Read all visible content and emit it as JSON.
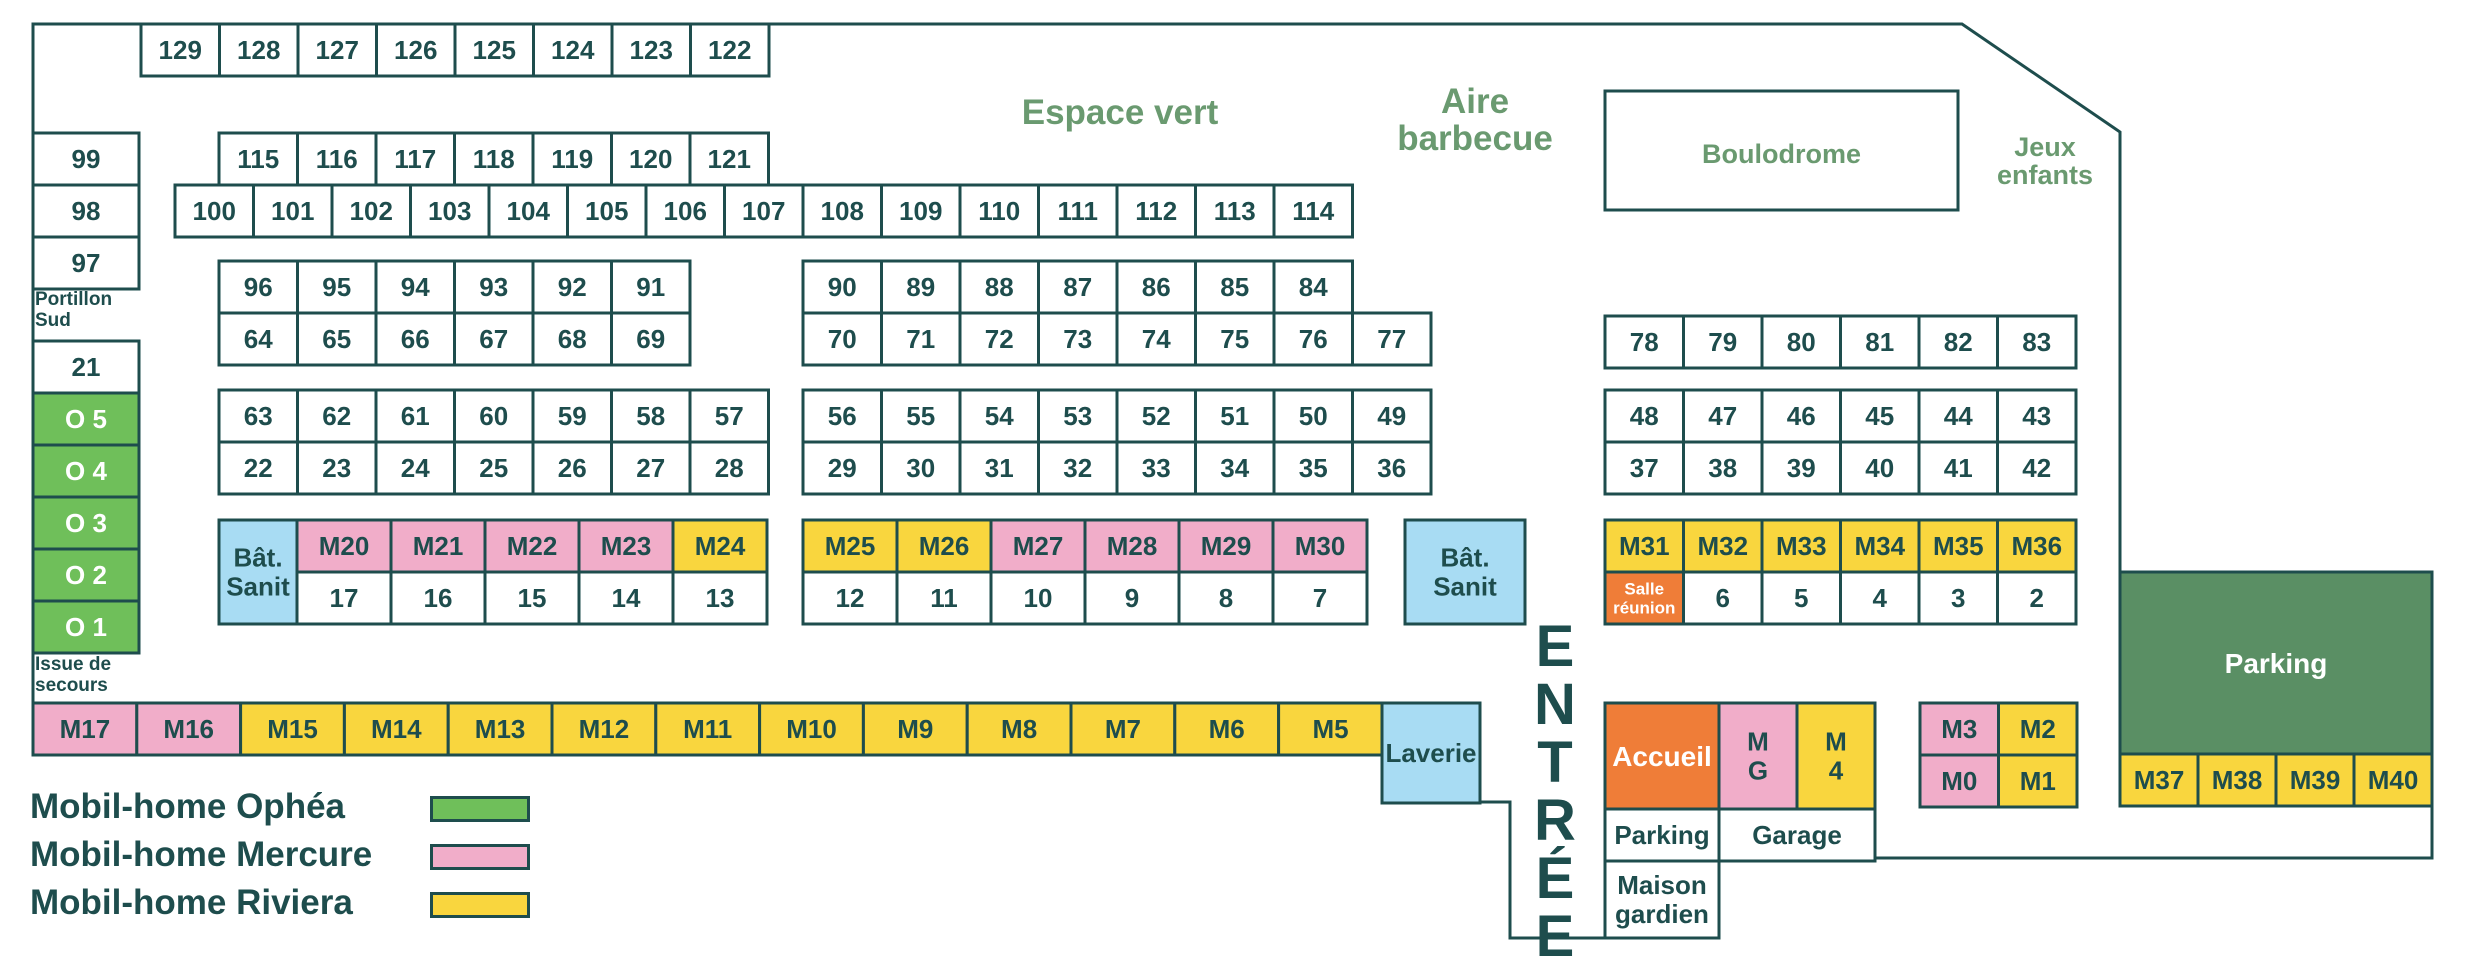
{
  "colors": {
    "outline": "#1e4d4d",
    "text": "#1e4d4d",
    "label_green": "#6a9a70",
    "ophea": "#6fbf5a",
    "mercure": "#f1adc9",
    "riviera": "#f9d63e",
    "sanitary": "#a8dcf3",
    "office": "#ef7d38",
    "parking_fill": "#5a8f64"
  },
  "labels": {
    "espace_vert": "Espace vert",
    "aire_barbecue": "Aire barbecue",
    "boulodrome": "Boulodrome",
    "jeux_enfants": "Jeux enfants",
    "portillon_sud": "Portillon Sud",
    "issue_secours": "Issue de secours",
    "entree": "ENTRÉE",
    "parking": "Parking",
    "garage": "Garage",
    "parking_small": "Parking",
    "maison_gardien": "Maison gardien",
    "accueil": "Accueil",
    "laverie": "Laverie",
    "bat_sanit": "Bât. Sanit",
    "salle_reunion": "Salle réunion",
    "mg": "M G",
    "m4": "M 4"
  },
  "legend": [
    {
      "label": "Mobil-home Ophéa",
      "color": "#6fbf5a"
    },
    {
      "label": "Mobil-home Mercure",
      "color": "#f1adc9"
    },
    {
      "label": "Mobil-home Riviera",
      "color": "#f9d63e"
    }
  ],
  "rows": {
    "r129": [
      "129",
      "128",
      "127",
      "126",
      "125",
      "124",
      "123",
      "122"
    ],
    "r115": [
      "115",
      "116",
      "117",
      "118",
      "119",
      "120",
      "121"
    ],
    "r100": [
      "100",
      "101",
      "102",
      "103",
      "104",
      "105",
      "106",
      "107",
      "108",
      "109",
      "110",
      "111",
      "112",
      "113",
      "114"
    ],
    "left_col": [
      "99",
      "98",
      "97"
    ],
    "r96": [
      "96",
      "95",
      "94",
      "93",
      "92",
      "91"
    ],
    "r64": [
      "64",
      "65",
      "66",
      "67",
      "68",
      "69"
    ],
    "r90": [
      "90",
      "89",
      "88",
      "87",
      "86",
      "85",
      "84"
    ],
    "r70": [
      "70",
      "71",
      "72",
      "73",
      "74",
      "75",
      "76",
      "77"
    ],
    "r78": [
      "78",
      "79",
      "80",
      "81",
      "82",
      "83"
    ],
    "r63": [
      "63",
      "62",
      "61",
      "60",
      "59",
      "58",
      "57"
    ],
    "r22": [
      "22",
      "23",
      "24",
      "25",
      "26",
      "27",
      "28"
    ],
    "r56": [
      "56",
      "55",
      "54",
      "53",
      "52",
      "51",
      "50",
      "49"
    ],
    "r29": [
      "29",
      "30",
      "31",
      "32",
      "33",
      "34",
      "35",
      "36"
    ],
    "r48": [
      "48",
      "47",
      "46",
      "45",
      "44",
      "43"
    ],
    "r37": [
      "37",
      "38",
      "39",
      "40",
      "41",
      "42"
    ],
    "ophea": [
      {
        "label": "21",
        "kind": "plain"
      },
      {
        "label": "O 5",
        "kind": "ophea"
      },
      {
        "label": "O 4",
        "kind": "ophea"
      },
      {
        "label": "O 3",
        "kind": "ophea"
      },
      {
        "label": "O 2",
        "kind": "ophea"
      },
      {
        "label": "O 1",
        "kind": "ophea"
      }
    ],
    "mA_top": [
      {
        "label": "M20",
        "kind": "mercure"
      },
      {
        "label": "M21",
        "kind": "mercure"
      },
      {
        "label": "M22",
        "kind": "mercure"
      },
      {
        "label": "M23",
        "kind": "mercure"
      },
      {
        "label": "M24",
        "kind": "riviera"
      }
    ],
    "mA_bot": [
      "17",
      "16",
      "15",
      "14",
      "13"
    ],
    "mB_top": [
      {
        "label": "M25",
        "kind": "riviera"
      },
      {
        "label": "M26",
        "kind": "riviera"
      },
      {
        "label": "M27",
        "kind": "mercure"
      },
      {
        "label": "M28",
        "kind": "mercure"
      },
      {
        "label": "M29",
        "kind": "mercure"
      },
      {
        "label": "M30",
        "kind": "mercure"
      }
    ],
    "mB_bot": [
      "12",
      "11",
      "10",
      "9",
      "8",
      "7"
    ],
    "mC_top": [
      {
        "label": "M31",
        "kind": "riviera"
      },
      {
        "label": "M32",
        "kind": "riviera"
      },
      {
        "label": "M33",
        "kind": "riviera"
      },
      {
        "label": "M34",
        "kind": "riviera"
      },
      {
        "label": "M35",
        "kind": "riviera"
      },
      {
        "label": "M36",
        "kind": "riviera"
      }
    ],
    "mC_bot": [
      "6",
      "5",
      "4",
      "3",
      "2"
    ],
    "bottom": [
      {
        "label": "M17",
        "kind": "mercure"
      },
      {
        "label": "M16",
        "kind": "mercure"
      },
      {
        "label": "M15",
        "kind": "riviera"
      },
      {
        "label": "M14",
        "kind": "riviera"
      },
      {
        "label": "M13",
        "kind": "riviera"
      },
      {
        "label": "M12",
        "kind": "riviera"
      },
      {
        "label": "M11",
        "kind": "riviera"
      },
      {
        "label": "M10",
        "kind": "riviera"
      },
      {
        "label": "M9",
        "kind": "riviera"
      },
      {
        "label": "M8",
        "kind": "riviera"
      },
      {
        "label": "M7",
        "kind": "riviera"
      },
      {
        "label": "M6",
        "kind": "riviera"
      },
      {
        "label": "M5",
        "kind": "riviera"
      }
    ],
    "m3m2": [
      {
        "label": "M3",
        "kind": "mercure"
      },
      {
        "label": "M2",
        "kind": "riviera"
      }
    ],
    "m0m1": [
      {
        "label": "M0",
        "kind": "mercure"
      },
      {
        "label": "M1",
        "kind": "riviera"
      }
    ],
    "parking_row": [
      {
        "label": "M37",
        "kind": "riviera"
      },
      {
        "label": "M38",
        "kind": "riviera"
      },
      {
        "label": "M39",
        "kind": "riviera"
      },
      {
        "label": "M40",
        "kind": "riviera"
      }
    ]
  }
}
